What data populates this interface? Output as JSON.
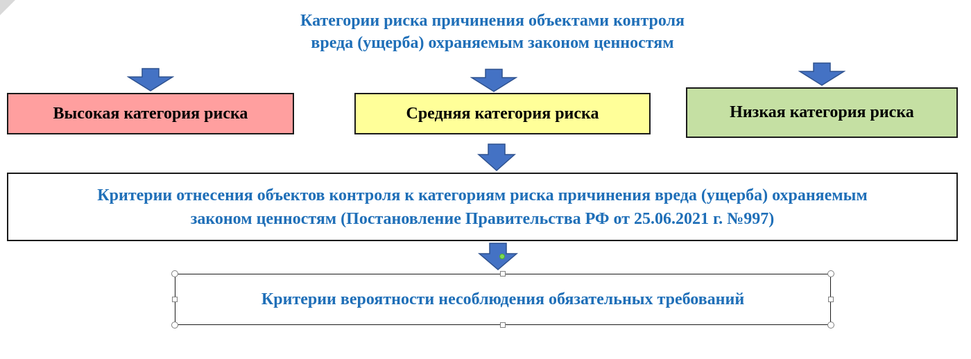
{
  "title": {
    "line1": "Категории риска причинения объектами контроля",
    "line2": "вреда (ущерба) охраняемым законом ценностям"
  },
  "categories": [
    {
      "label": "Высокая категория риска",
      "color": "#ff9f9f"
    },
    {
      "label": "Средняя категория риска",
      "color": "#ffff99"
    },
    {
      "label": "Низкая категория риска",
      "color": "#c5e0a3"
    }
  ],
  "criteria": {
    "line1": "Критерии отнесения объектов контроля к категориям риска причинения вреда (ущерба) охраняемым",
    "line2": "законом ценностям (Постановление Правительства РФ от 25.06.2021 г. №997)"
  },
  "probability": {
    "label": "Критерии вероятности несоблюдения обязательных требований"
  },
  "colors": {
    "accent_text": "#1f6fb8",
    "arrow_fill": "#4472c4",
    "arrow_stroke": "#2f528f"
  },
  "icons": {
    "arrow": "down-arrow-icon",
    "selection_handle": "resize-handle",
    "rotation_handle": "rotate-handle"
  }
}
